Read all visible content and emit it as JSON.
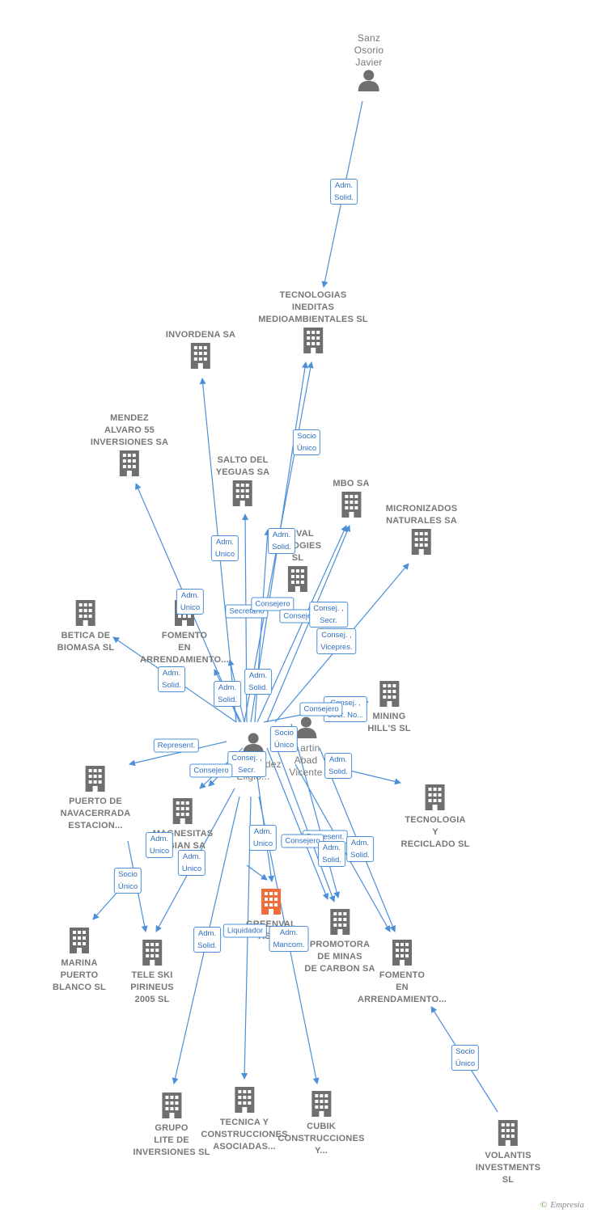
{
  "colors": {
    "edge": "#4a8fd8",
    "icon": "#6f6f6f",
    "center_icon": "#f26b3a",
    "label": "#777777"
  },
  "nodes": [
    {
      "id": "sanz",
      "type": "person",
      "lines": [
        "Sanz",
        "Osorio",
        "Javier"
      ]
    },
    {
      "id": "tecnologias_ineditas",
      "type": "company",
      "lines": [
        "TECNOLOGIAS",
        "INEDITAS",
        "MEDIOAMBIENTALES SL"
      ]
    },
    {
      "id": "invordena",
      "type": "company",
      "lines": [
        "INVORDENA SA"
      ]
    },
    {
      "id": "mendez",
      "type": "company",
      "lines": [
        "MENDEZ",
        "ALVARO 55",
        "INVERSIONES SA"
      ]
    },
    {
      "id": "salto",
      "type": "company",
      "lines": [
        "SALTO DEL",
        "YEGUAS SA"
      ]
    },
    {
      "id": "mbo",
      "type": "company",
      "lines": [
        "MBO SA"
      ]
    },
    {
      "id": "micronizados",
      "type": "company",
      "lines": [
        "MICRONIZADOS",
        "NATURALES SA"
      ]
    },
    {
      "id": "greenval_tech",
      "type": "company",
      "lines": [
        "...NVAL",
        "T...LOGIES",
        "SL"
      ]
    },
    {
      "id": "betica",
      "type": "company",
      "lines": [
        "BETICA DE",
        "BIOMASA SL"
      ]
    },
    {
      "id": "fomento1",
      "type": "company",
      "lines": [
        "FOMENTO",
        "EN",
        "ARRENDAMIENTO..."
      ]
    },
    {
      "id": "mining",
      "type": "company",
      "lines": [
        "MINING",
        "HILL'S SL"
      ]
    },
    {
      "id": "fernandez",
      "type": "person",
      "lines": [
        "...Fernandez",
        "Eligio..."
      ]
    },
    {
      "id": "martin",
      "type": "person",
      "lines": [
        "...artin",
        "Abad",
        "Vicente"
      ]
    },
    {
      "id": "puerto",
      "type": "company",
      "lines": [
        "PUERTO DE",
        "NAVACERRADA",
        "ESTACION..."
      ]
    },
    {
      "id": "magnesitas",
      "type": "company",
      "lines": [
        "MAGNESITAS",
        "...BIAN SA"
      ]
    },
    {
      "id": "tecnologia_reciclado",
      "type": "company",
      "lines": [
        "TECNOLOGIA",
        "Y",
        "RECICLADO SL"
      ]
    },
    {
      "id": "greenval_asp",
      "type": "center",
      "lines": [
        "GREENVAL",
        "ASP..."
      ]
    },
    {
      "id": "promotora",
      "type": "company",
      "lines": [
        "PROMOTORA",
        "DE MINAS",
        "DE CARBON SA"
      ]
    },
    {
      "id": "marina",
      "type": "company",
      "lines": [
        "MARINA",
        "PUERTO",
        "BLANCO SL"
      ]
    },
    {
      "id": "teleski",
      "type": "company",
      "lines": [
        "TELE SKI",
        "PIRINEUS",
        "2005  SL"
      ]
    },
    {
      "id": "fomento2",
      "type": "company",
      "lines": [
        "FOMENTO",
        "EN",
        "ARRENDAMIENTO..."
      ]
    },
    {
      "id": "grupo_lite",
      "type": "company",
      "lines": [
        "GRUPO",
        "LITE DE",
        "INVERSIONES SL"
      ]
    },
    {
      "id": "tecnica",
      "type": "company",
      "lines": [
        "TECNICA Y",
        "CONSTRUCCIONES",
        "ASOCIADAS..."
      ]
    },
    {
      "id": "cubik",
      "type": "company",
      "lines": [
        "CUBIK",
        "CONSTRUCCIONES",
        "Y..."
      ]
    },
    {
      "id": "volantis",
      "type": "company",
      "lines": [
        "VOLANTIS",
        "INVESTMENTS",
        "SL"
      ]
    }
  ],
  "edge_labels": [
    {
      "id": "e01",
      "text": [
        "Adm.",
        "Solid."
      ]
    },
    {
      "id": "e02",
      "text": [
        "Socio",
        "Único"
      ]
    },
    {
      "id": "e03",
      "text": [
        "Adm.",
        "Unico"
      ]
    },
    {
      "id": "e04",
      "text": [
        "Adm.",
        "Solid."
      ]
    },
    {
      "id": "e05",
      "text": [
        "Adm.",
        "Unico"
      ]
    },
    {
      "id": "e06",
      "text": [
        "Secretario"
      ]
    },
    {
      "id": "e07",
      "text": [
        "Consejero"
      ]
    },
    {
      "id": "e08",
      "text": [
        "Consejero"
      ]
    },
    {
      "id": "e09",
      "text": [
        "Consej. ,",
        "Secr."
      ]
    },
    {
      "id": "e10",
      "text": [
        "Consej. ,",
        "Vicepres."
      ]
    },
    {
      "id": "e11",
      "text": [
        "Adm.",
        "Solid."
      ]
    },
    {
      "id": "e12",
      "text": [
        "Adm.",
        "Solid."
      ]
    },
    {
      "id": "e13",
      "text": [
        "Adm.",
        "Solid."
      ]
    },
    {
      "id": "e14",
      "text": [
        "Consej. ,",
        "Secr. No..."
      ]
    },
    {
      "id": "e15",
      "text": [
        "Consejero"
      ]
    },
    {
      "id": "e16",
      "text": [
        "Represent."
      ]
    },
    {
      "id": "e17",
      "text": [
        "Socio",
        "Único"
      ]
    },
    {
      "id": "e18",
      "text": [
        "Consej. ,",
        "Secr."
      ]
    },
    {
      "id": "e19",
      "text": [
        "Consejero"
      ]
    },
    {
      "id": "e20",
      "text": [
        "Adm.",
        "Solid."
      ]
    },
    {
      "id": "e21",
      "text": [
        "Adm.",
        "Unico"
      ]
    },
    {
      "id": "e22",
      "text": [
        "Adm.",
        "Unico"
      ]
    },
    {
      "id": "e23",
      "text": [
        "Adm.",
        "Unico"
      ]
    },
    {
      "id": "e24",
      "text": [
        "Represent."
      ]
    },
    {
      "id": "e25",
      "text": [
        "Consejero"
      ]
    },
    {
      "id": "e26",
      "text": [
        "Adm.",
        "Solid."
      ]
    },
    {
      "id": "e27",
      "text": [
        "Adm.",
        "Solid."
      ]
    },
    {
      "id": "e28",
      "text": [
        "Socio",
        "Único"
      ]
    },
    {
      "id": "e29",
      "text": [
        "Liquidador"
      ]
    },
    {
      "id": "e30",
      "text": [
        "Adm.",
        "Solid."
      ]
    },
    {
      "id": "e31",
      "text": [
        "Adm.",
        "Mancom."
      ]
    },
    {
      "id": "e32",
      "text": [
        "Socio",
        "Único"
      ]
    }
  ],
  "footer": {
    "copyright": "©",
    "brand": "Empresia"
  }
}
